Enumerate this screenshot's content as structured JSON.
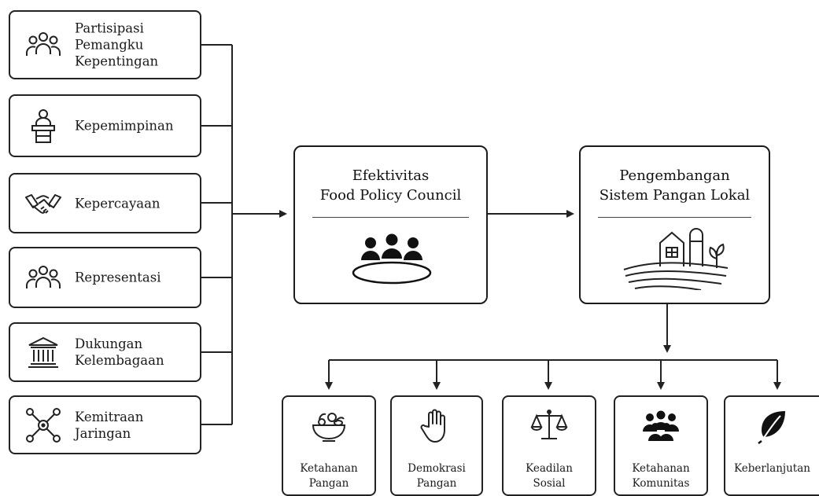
{
  "factors": [
    {
      "label": "Partisipasi\nPemangku\nKepentingan",
      "icon": "people-group-icon"
    },
    {
      "label": "Kepemimpinan",
      "icon": "leader-podium-icon"
    },
    {
      "label": "Kepercayaan",
      "icon": "handshake-icon"
    },
    {
      "label": "Representasi",
      "icon": "people-icon"
    },
    {
      "label": "Dukungan\nKelembagaan",
      "icon": "institution-building-icon"
    },
    {
      "label": "Kemitraan\nJaringan",
      "icon": "network-icon"
    }
  ],
  "center": {
    "title": "Efektivitas\nFood Policy Council",
    "icon": "meeting-table-icon"
  },
  "right": {
    "title": "Pengembangan\nSistem Pangan Lokal",
    "icon": "farm-icon"
  },
  "outcomes": [
    {
      "label": "Ketahanan\nPangan",
      "icon": "food-bowl-icon"
    },
    {
      "label": "Demokrasi\nPangan",
      "icon": "raised-hand-icon"
    },
    {
      "label": "Keadilan\nSosial",
      "icon": "scales-icon"
    },
    {
      "label": "Ketahanan\nKomunitas",
      "icon": "community-icon"
    },
    {
      "label": "Keberlanjutan",
      "icon": "leaf-icon"
    }
  ],
  "colors": {
    "stroke": "#222222",
    "background": "#ffffff"
  }
}
